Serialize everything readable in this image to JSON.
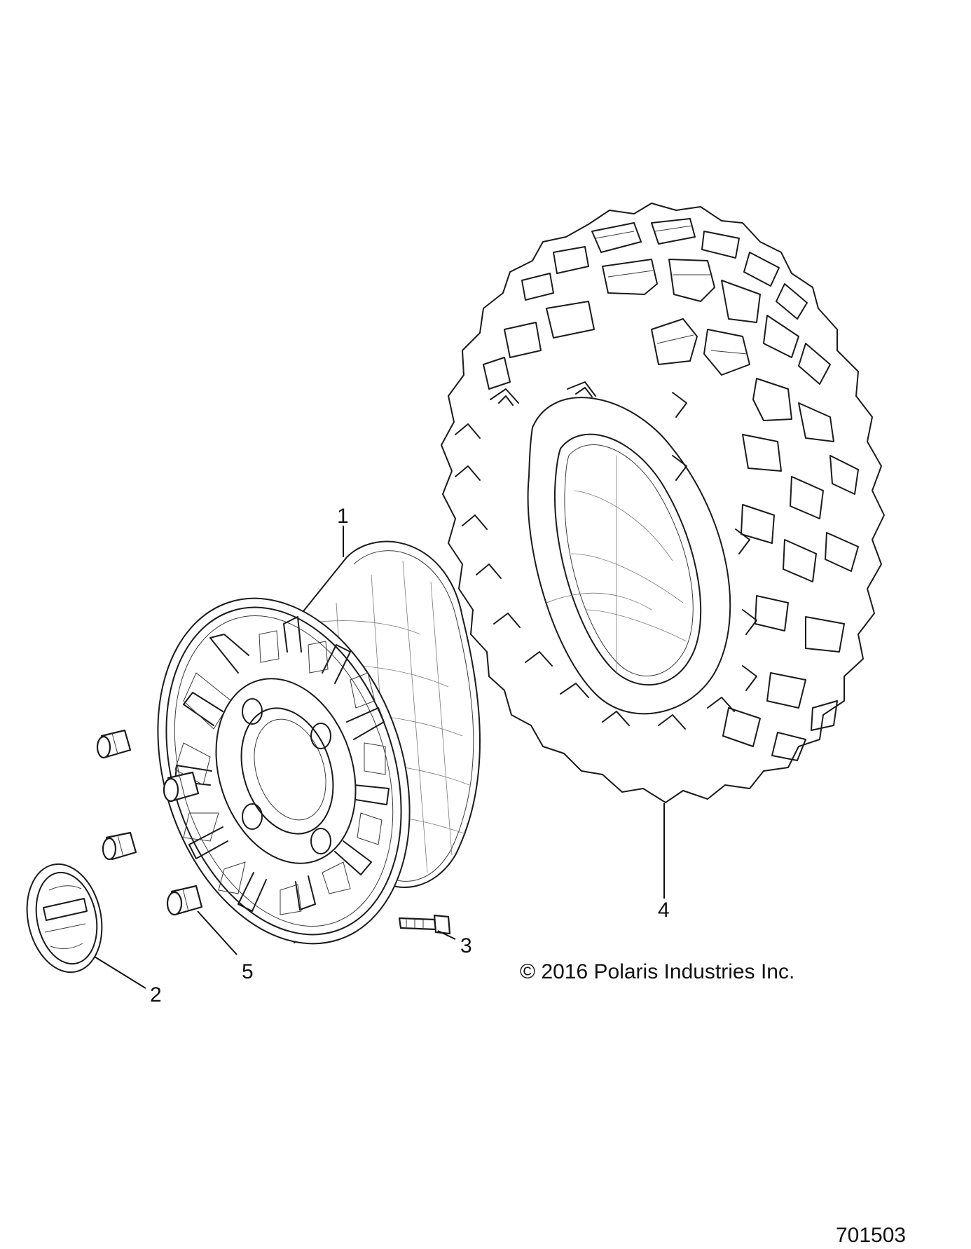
{
  "callouts": [
    {
      "id": "1",
      "part": "wheel"
    },
    {
      "id": "2",
      "part": "hub-cap"
    },
    {
      "id": "3",
      "part": "valve-stem"
    },
    {
      "id": "4",
      "part": "tire"
    },
    {
      "id": "5",
      "part": "lug-nut"
    }
  ],
  "copyright": "© 2016 Polaris Industries Inc.",
  "drawing_id": "701503"
}
